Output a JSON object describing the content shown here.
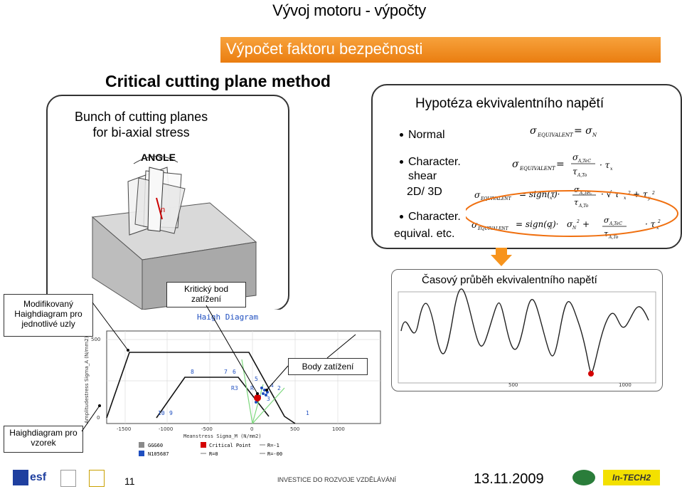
{
  "slide_title": "Vývoj motoru - výpočty",
  "banner": "Výpočet faktoru bezpečnosti",
  "critical_title": "Critical cutting plane method",
  "left_box": {
    "line1": "Bunch of cutting planes",
    "line2": "for bi-axial stress",
    "angle_label": "ANGLE",
    "n_label": "n"
  },
  "hypothesis": {
    "title": "Hypotéza ekvivalentního napětí",
    "bullets": [
      {
        "l1": "Normal",
        "l2": "",
        "l3": ""
      },
      {
        "l1": "Character.",
        "l2": "shear",
        "l3": "2D/ 3D"
      },
      {
        "l1": "Character.",
        "l2": "equival. etc.",
        "l3": ""
      }
    ]
  },
  "callouts": {
    "modified": [
      "Modifikovaný",
      "Haighdiagram pro",
      "jednotlivé uzly"
    ],
    "critical": [
      "Kritický bod",
      "zatížení"
    ],
    "load_points": "Body zatížení",
    "sample": [
      "Haighdiagram pro",
      "vzorek"
    ]
  },
  "haigh": {
    "title": "Haigh Diagram",
    "y_label": "Amplitudestress Sigma_A (N/mm2)",
    "x_label": "Meanstress Sigma_M (N/mm2)",
    "y_ticks": [
      "500",
      "0"
    ],
    "x_ticks": [
      "-1500",
      "-1000",
      "-500",
      "0",
      "500",
      "1000"
    ],
    "point_labels": [
      "8",
      "7",
      "6",
      "5",
      "4",
      "2",
      "R3",
      "R",
      "3",
      "10",
      "9",
      "1"
    ],
    "legend": [
      {
        "name": "GGG60",
        "color": "#8a8a8a"
      },
      {
        "name": "Critical Point",
        "color": "#d40000"
      },
      {
        "name": "R=-1",
        "color": "#777777"
      },
      {
        "name": "N105687",
        "color": "#1f4fc0"
      },
      {
        "name": "R=0",
        "color": "#777777"
      },
      {
        "name": "R=-00",
        "color": "#777777"
      }
    ]
  },
  "time_plot": {
    "title": "Časový průběh ekvivalentního napětí",
    "x_ticks": [
      "500",
      "1000"
    ]
  },
  "footer": {
    "page": "11",
    "program": "INVESTICE DO ROZVOJE VZDĚLÁVÁNÍ",
    "date": "13.11.2009",
    "logo_esf": "esf",
    "logo_ing": "In-TECH2"
  },
  "colors": {
    "banner": "#ee8a1c",
    "highlight_ellipse": "#f07010",
    "arrow": "#f07010",
    "curve_green": "#7dd87d"
  }
}
